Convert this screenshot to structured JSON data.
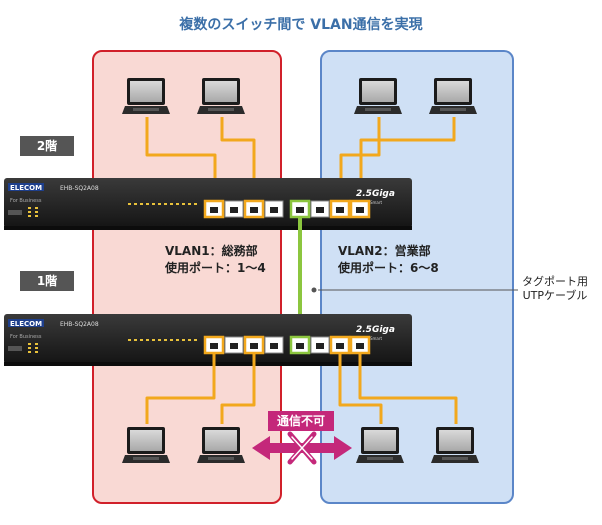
{
  "title": "複数のスイッチ間で VLAN通信を実現",
  "floors": {
    "upper": "2階",
    "lower": "1階"
  },
  "vlan1": {
    "line1": "VLAN1：総務部",
    "line2": "使用ポート：1〜4"
  },
  "vlan2": {
    "line1": "VLAN2：営業部",
    "line2": "使用ポート：6〜8"
  },
  "tagged_cable": {
    "line1": "タグポート用",
    "line2": "UTPケーブル"
  },
  "no_communication": "通信不可",
  "switch": {
    "brand": "ELECOM",
    "model": "EHB-SQ2A08",
    "series": "For Business",
    "badge": "2.5Giga",
    "badge_sub": "Web Smart"
  },
  "colors": {
    "vlan1_zone": "#f9d9d4",
    "vlan1_border": "#d1202a",
    "vlan2_zone": "#cfe0f5",
    "vlan2_border": "#5b86c8",
    "cable": "#f2a81d",
    "tagged": "#8cc63f",
    "blocked": "#c4287a"
  }
}
